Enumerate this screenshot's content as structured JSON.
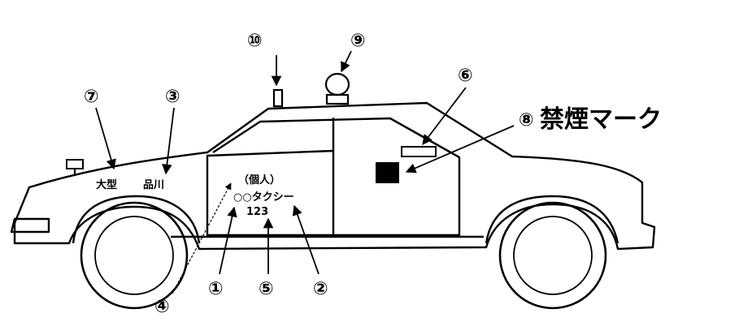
{
  "labels": {
    "n1": "①",
    "n2": "②",
    "n3": "③",
    "n4": "④",
    "n5": "⑤",
    "n6": "⑥",
    "n7": "⑦",
    "n8": "⑧",
    "n9": "⑨",
    "n10": "⑩"
  },
  "no_smoking_mark": "禁煙マーク",
  "car_text": {
    "size_class": "大型",
    "region": "品川",
    "individual": "（個人）",
    "company": "○○タクシー",
    "number": "123"
  },
  "colors": {
    "ink": "#000000",
    "paper": "#ffffff"
  }
}
